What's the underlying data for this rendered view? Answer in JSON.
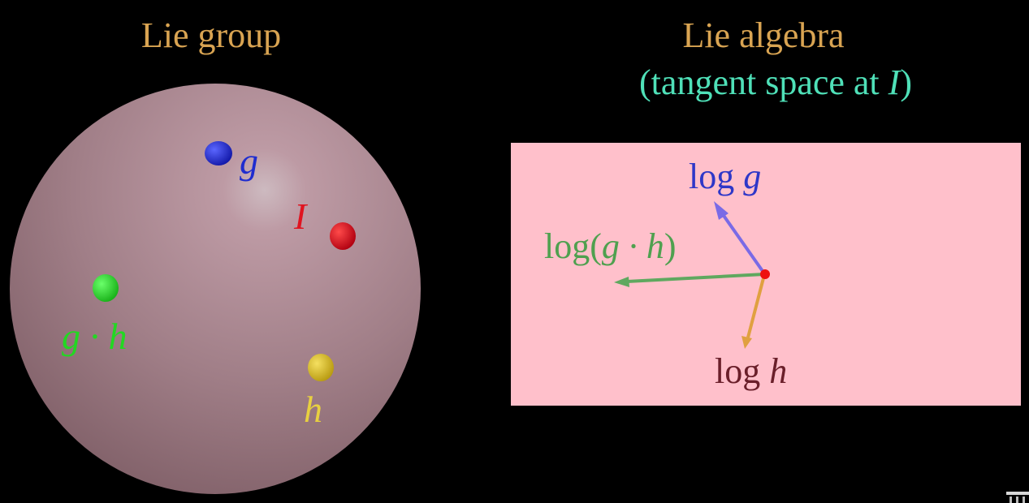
{
  "left_panel": {
    "title": "Lie group",
    "points": [
      {
        "id": "g",
        "label": "g",
        "color": "#1f2dcf",
        "label_color": "#1f2dcf"
      },
      {
        "id": "identity",
        "label": "I",
        "color": "#e01420",
        "label_color": "#e01420"
      },
      {
        "id": "gh",
        "label": "g · h",
        "color": "#22d822",
        "label_color": "#22d822"
      },
      {
        "id": "h",
        "label": "h",
        "color": "#d8c020",
        "label_color": "#e8d040"
      }
    ]
  },
  "right_panel": {
    "title_line1": "Lie algebra",
    "title_line2_prefix": "(tangent space at ",
    "title_line2_var": "I",
    "title_line2_suffix": ")",
    "vectors": [
      {
        "id": "log-g",
        "label_prefix": "log ",
        "label_var": "g",
        "label_suffix": "",
        "color": "#7a6ae6",
        "label_color": "#2e37c8"
      },
      {
        "id": "log-gh",
        "label_prefix": "log(",
        "label_var": "g · h",
        "label_suffix": ")",
        "color": "#5fa85f",
        "label_color": "#4fa04f"
      },
      {
        "id": "log-h",
        "label_prefix": "log ",
        "label_var": "h",
        "label_suffix": "",
        "color": "#e0a040",
        "label_color": "#6a1f2a"
      }
    ]
  },
  "colors": {
    "background": "#000000",
    "left_title": "#d9a452",
    "right_title_line1": "#d9a452",
    "right_title_line2": "#4fe0b8",
    "sphere": "#b18a94",
    "plane": "#ffc0cb",
    "origin": "#ee1010"
  }
}
